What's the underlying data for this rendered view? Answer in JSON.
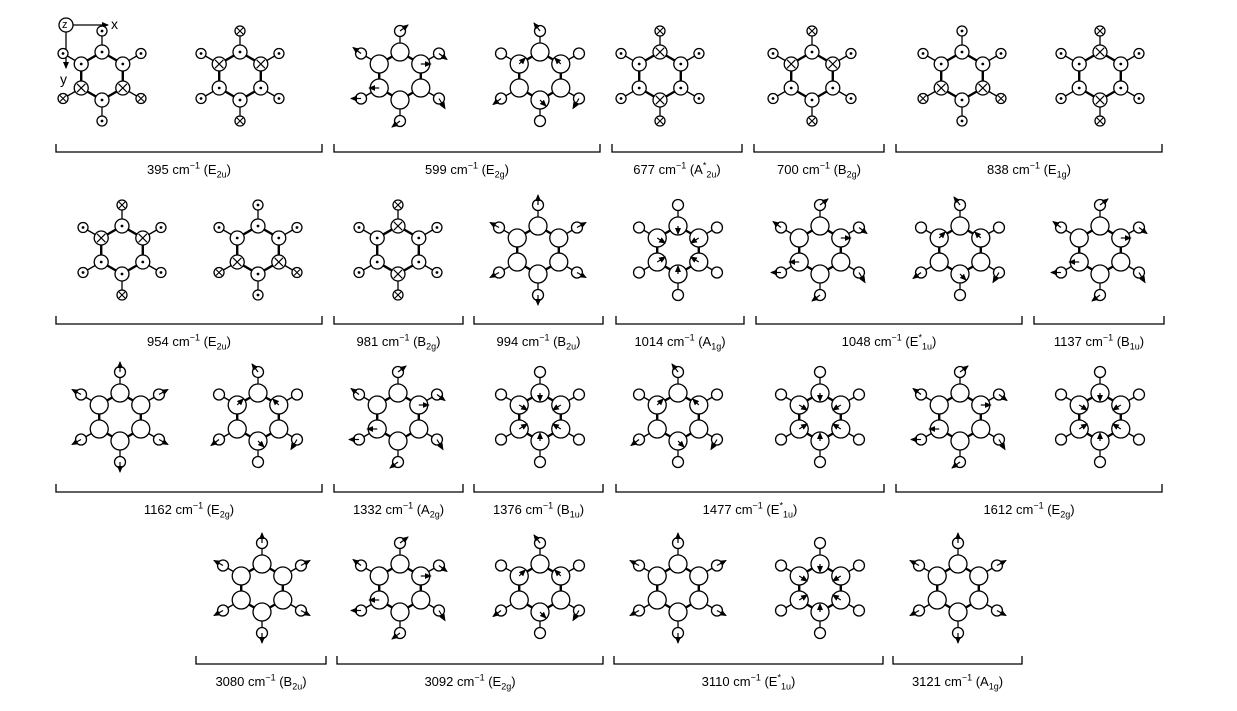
{
  "axes": {
    "z": "z",
    "x": "x",
    "y": "y"
  },
  "modes": [
    {
      "freq": "395",
      "unit": "cm",
      "sym": "E",
      "symsub": "2u",
      "star": false
    },
    {
      "freq": "599",
      "unit": "cm",
      "sym": "E",
      "symsub": "2g",
      "star": false
    },
    {
      "freq": "677",
      "unit": "cm",
      "sym": "A",
      "symsub": "2u",
      "star": true
    },
    {
      "freq": "700",
      "unit": "cm",
      "sym": "B",
      "symsub": "2g",
      "star": false
    },
    {
      "freq": "838",
      "unit": "cm",
      "sym": "E",
      "symsub": "1g",
      "star": false
    },
    {
      "freq": "954",
      "unit": "cm",
      "sym": "E",
      "symsub": "2u",
      "star": false
    },
    {
      "freq": "981",
      "unit": "cm",
      "sym": "B",
      "symsub": "2g",
      "star": false
    },
    {
      "freq": "994",
      "unit": "cm",
      "sym": "B",
      "symsub": "2u",
      "star": false
    },
    {
      "freq": "1014",
      "unit": "cm",
      "sym": "A",
      "symsub": "1g",
      "star": false
    },
    {
      "freq": "1048",
      "unit": "cm",
      "sym": "E",
      "symsub": "1u",
      "star": true
    },
    {
      "freq": "1137",
      "unit": "cm",
      "sym": "B",
      "symsub": "1u",
      "star": false
    },
    {
      "freq": "1162",
      "unit": "cm",
      "sym": "E",
      "symsub": "2g",
      "star": false
    },
    {
      "freq": "1332",
      "unit": "cm",
      "sym": "A",
      "symsub": "2g",
      "star": false
    },
    {
      "freq": "1376",
      "unit": "cm",
      "sym": "B",
      "symsub": "1u",
      "star": false
    },
    {
      "freq": "1477",
      "unit": "cm",
      "sym": "E",
      "symsub": "1u",
      "star": true
    },
    {
      "freq": "1612",
      "unit": "cm",
      "sym": "E",
      "symsub": "2g",
      "star": false
    },
    {
      "freq": "3080",
      "unit": "cm",
      "sym": "B",
      "symsub": "2u",
      "star": false
    },
    {
      "freq": "3092",
      "unit": "cm",
      "sym": "E",
      "symsub": "2g",
      "star": false
    },
    {
      "freq": "3110",
      "unit": "cm",
      "sym": "E",
      "symsub": "1u",
      "star": true
    },
    {
      "freq": "3121",
      "unit": "cm",
      "sym": "A",
      "symsub": "1g",
      "star": false
    }
  ],
  "exponent": "−1"
}
